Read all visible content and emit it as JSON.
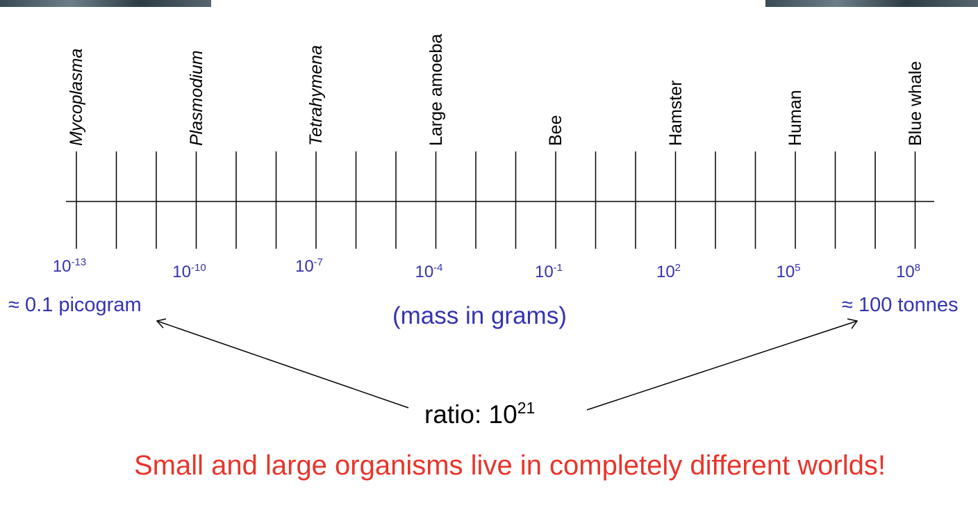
{
  "organisms": [
    {
      "name": "Mycoplasma",
      "italic": true,
      "icon": "tick-mark"
    },
    {
      "name": "Plasmodium",
      "italic": true,
      "icon": "tick-mark"
    },
    {
      "name": "Tetrahymena",
      "italic": true,
      "icon": "tick-mark"
    },
    {
      "name": "Large amoeba",
      "italic": false,
      "icon": "tick-mark"
    },
    {
      "name": "Bee",
      "italic": false,
      "icon": "tick-mark"
    },
    {
      "name": "Hamster",
      "italic": false,
      "icon": "tick-mark"
    },
    {
      "name": "Human",
      "italic": false,
      "icon": "tick-mark"
    },
    {
      "name": "Blue whale",
      "italic": false,
      "icon": "tick-mark"
    }
  ],
  "axis": {
    "base": "10",
    "exponents": [
      "-13",
      "-10",
      "-7",
      "-4",
      "-1",
      "2",
      "5",
      "8"
    ],
    "caption": "(mass in grams)",
    "left_end": "≈ 0.1 picogram",
    "right_end": "≈ 100 tonnes"
  },
  "ratio": {
    "label": "ratio: 10",
    "exponent": "21"
  },
  "message": "Small and large organisms live in completely different worlds!",
  "colors": {
    "axis_text": "#3333b3",
    "message": "#e8342a",
    "lines": "#000000"
  }
}
